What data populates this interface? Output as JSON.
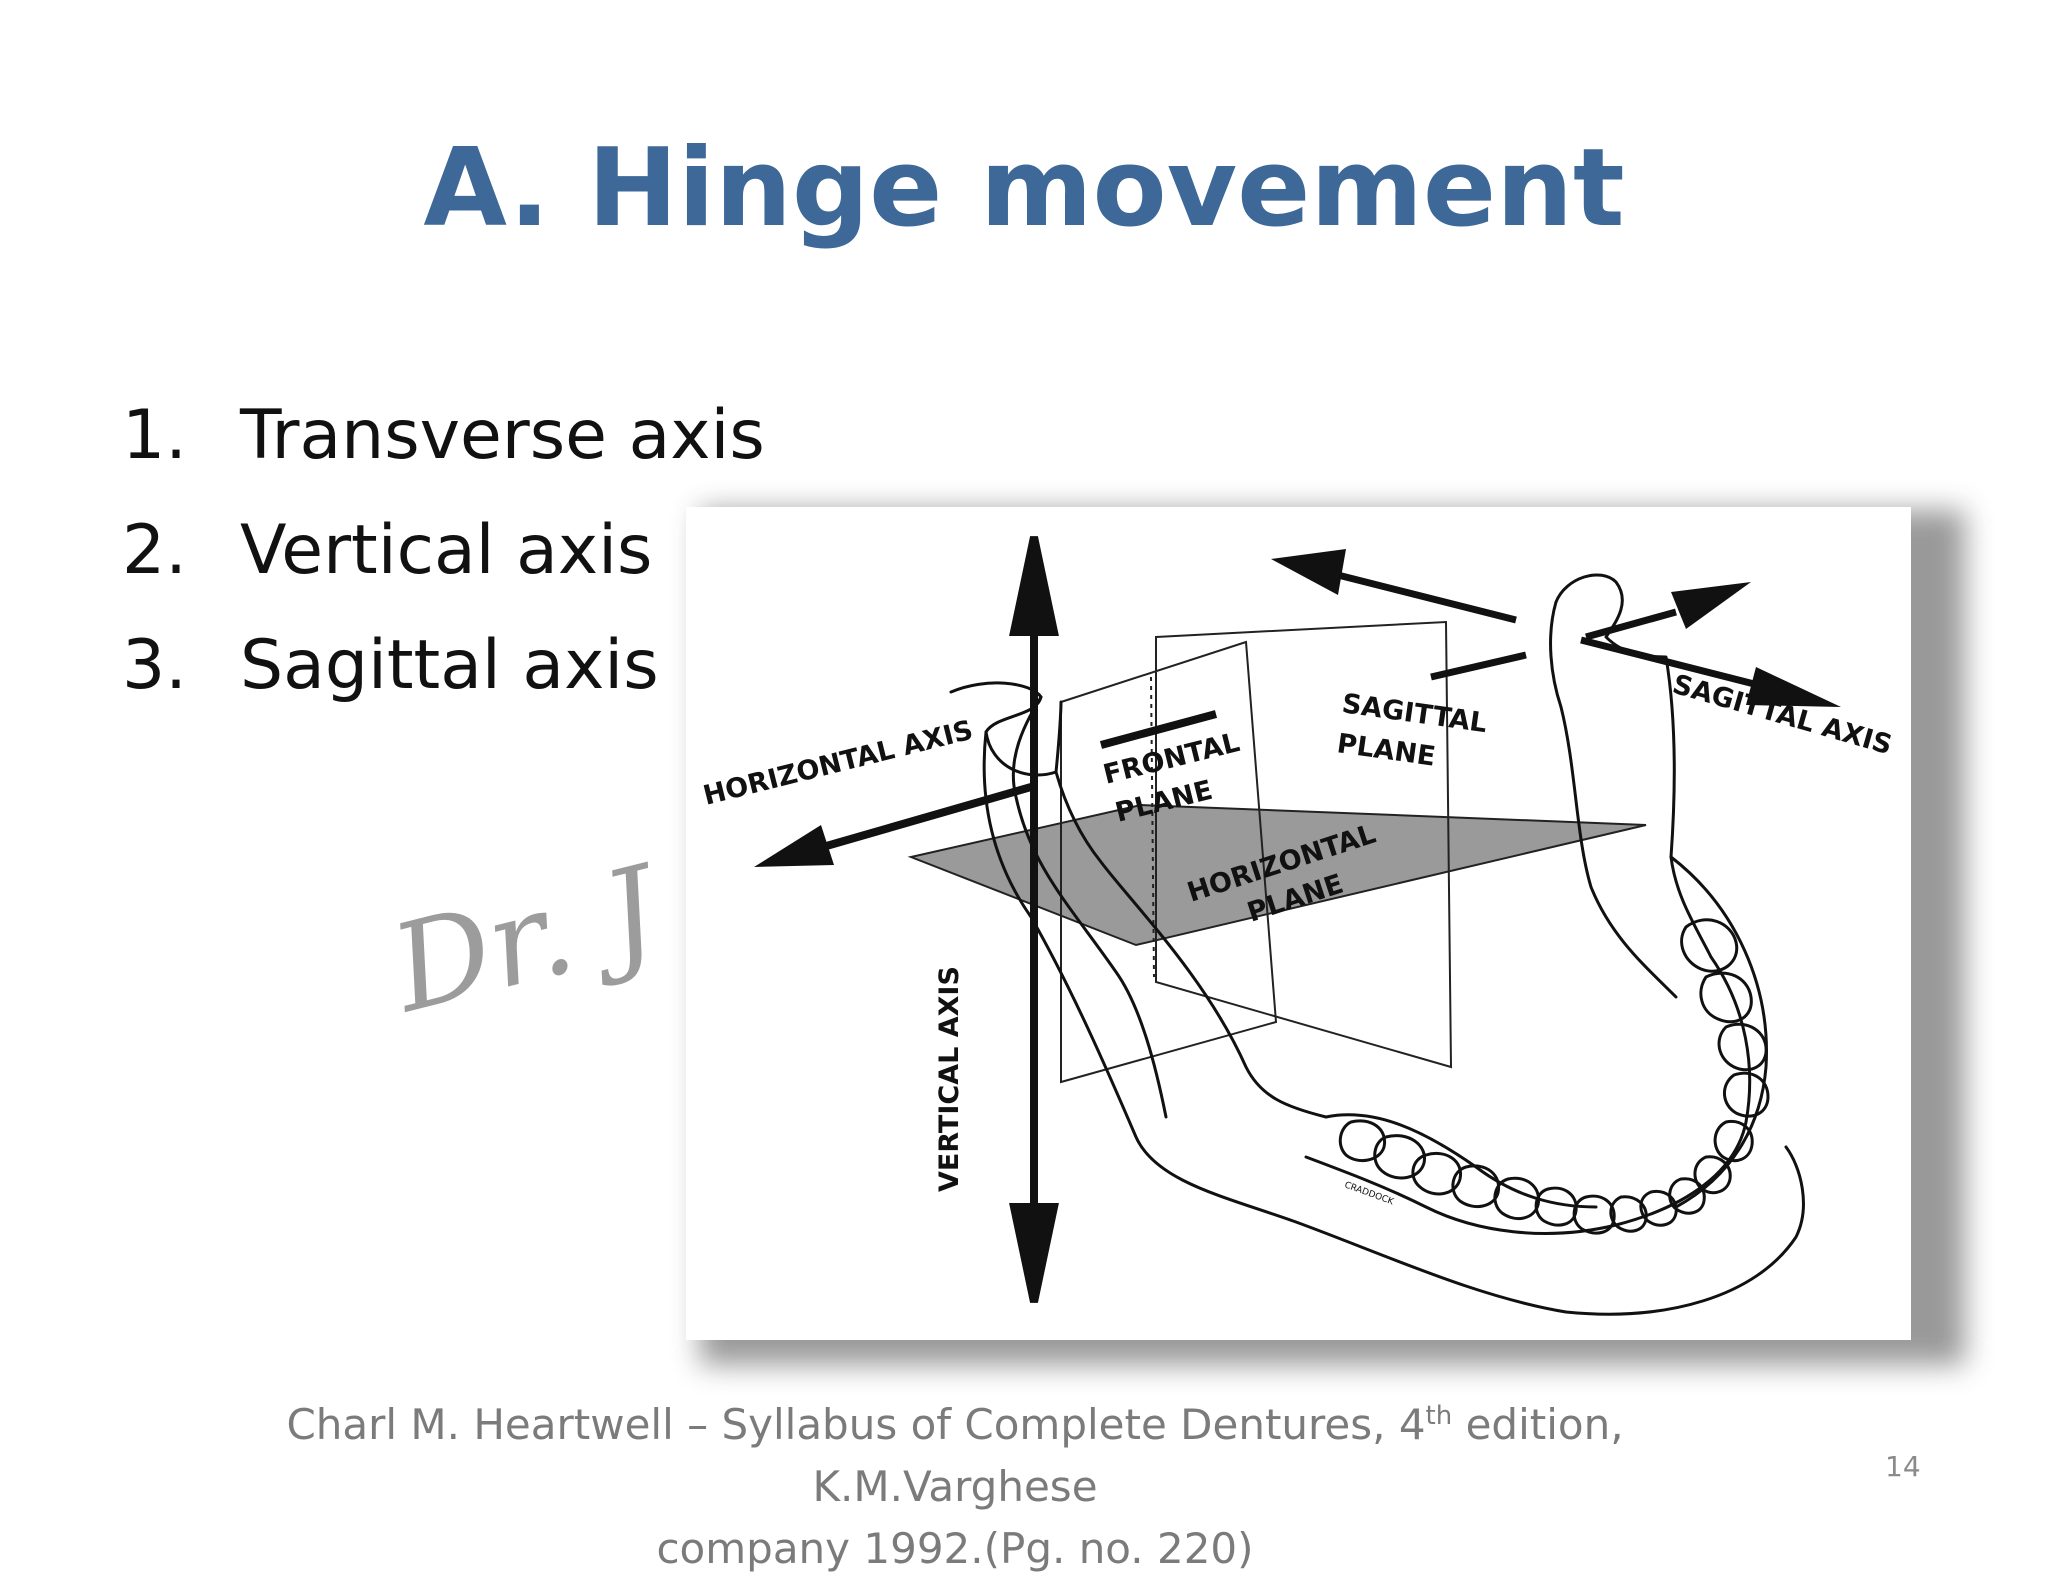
{
  "slide": {
    "title": "A. Hinge movement",
    "bullets": [
      {
        "num": "1.",
        "text": "Transverse axis"
      },
      {
        "num": "2.",
        "text": "Vertical axis"
      },
      {
        "num": "3.",
        "text": "Sagittal axis"
      }
    ],
    "watermark": "Dr. J",
    "page_number": "14"
  },
  "figure": {
    "labels": {
      "horizontal_axis": "HORIZONTAL AXIS",
      "frontal_plane_1": "FRONTAL",
      "frontal_plane_2": "PLANE",
      "sagittal_plane_1": "SAGITTAL",
      "sagittal_plane_2": "PLANE",
      "horizontal_plane_1": "HORIZONTAL",
      "horizontal_plane_2": "PLANE",
      "sagittal_axis": "SAGITTAL AXIS",
      "vertical_axis": "VERTICAL AXIS",
      "artist_signature": "CRADDOCK"
    }
  },
  "citation": {
    "line1_before_sup": "Charl M. Heartwell – Syllabus of Complete Dentures, 4",
    "sup": "th",
    "line1_after_sup": " edition, K.M.Varghese",
    "line2": "company 1992.(Pg. no. 220)"
  }
}
